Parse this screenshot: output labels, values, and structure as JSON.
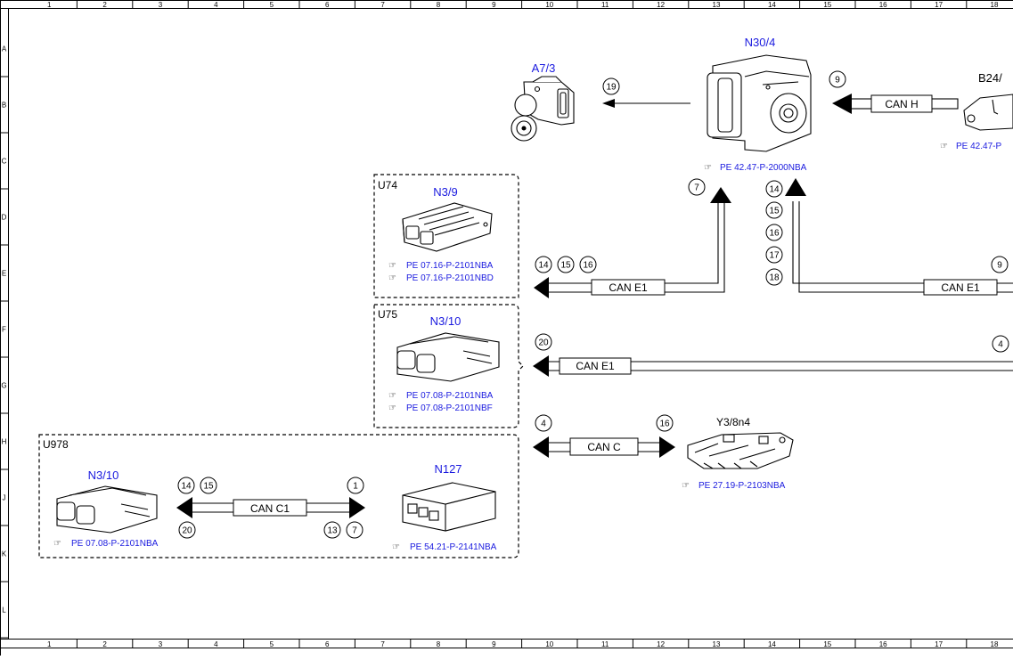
{
  "grid": {
    "columns": [
      "1",
      "2",
      "3",
      "4",
      "5",
      "6",
      "7",
      "8",
      "9",
      "10",
      "11",
      "12",
      "13",
      "14",
      "15",
      "16",
      "17",
      "18"
    ],
    "rows": [
      "A",
      "B",
      "C",
      "D",
      "E",
      "F",
      "G",
      "H",
      "J",
      "K",
      "L"
    ]
  },
  "components": {
    "a7_3": {
      "label": "A7/3"
    },
    "n30_4": {
      "label": "N30/4",
      "ref": "PE 42.47-P-2000NBA"
    },
    "b24": {
      "label": "B24/",
      "ref": "PE 42.47-P"
    },
    "n3_9": {
      "label": "N3/9",
      "refs": [
        "PE 07.16-P-2101NBA",
        "PE 07.16-P-2101NBD"
      ]
    },
    "n3_10_u75": {
      "label": "N3/10",
      "refs": [
        "PE 07.08-P-2101NBA",
        "PE 07.08-P-2101NBF"
      ]
    },
    "y3_8n4": {
      "label": "Y3/8n4",
      "ref": "PE 27.19-P-2103NBA"
    },
    "n3_10_u978": {
      "label": "N3/10",
      "ref": "PE 07.08-P-2101NBA"
    },
    "n127": {
      "label": "N127",
      "ref": "PE 54.21-P-2141NBA"
    }
  },
  "groups": {
    "u74": "U74",
    "u75": "U75",
    "u978": "U978"
  },
  "buses": {
    "can_h": "CAN H",
    "can_e1_a": "CAN E1",
    "can_e1_b": "CAN E1",
    "can_e1_c": "CAN E1",
    "can_c": "CAN C",
    "can_c1": "CAN C1"
  },
  "markers": {
    "m19": "19",
    "m9_top": "9",
    "m7": "7",
    "m14_col": "14",
    "m15_col": "15",
    "m16_col": "16",
    "m17_col": "17",
    "m18_col": "18",
    "m14_e": "14",
    "m15_e": "15",
    "m16_e": "16",
    "m9_e": "9",
    "m20_g": "20",
    "m4_g": "4",
    "m4_h": "4",
    "m16_h": "16",
    "m14_j": "14",
    "m15_j": "15",
    "m1_j": "1",
    "m20_k": "20",
    "m13_k": "13",
    "m7_k": "7"
  },
  "colors": {
    "component_label": "#1a1adf",
    "line": "#000000"
  }
}
